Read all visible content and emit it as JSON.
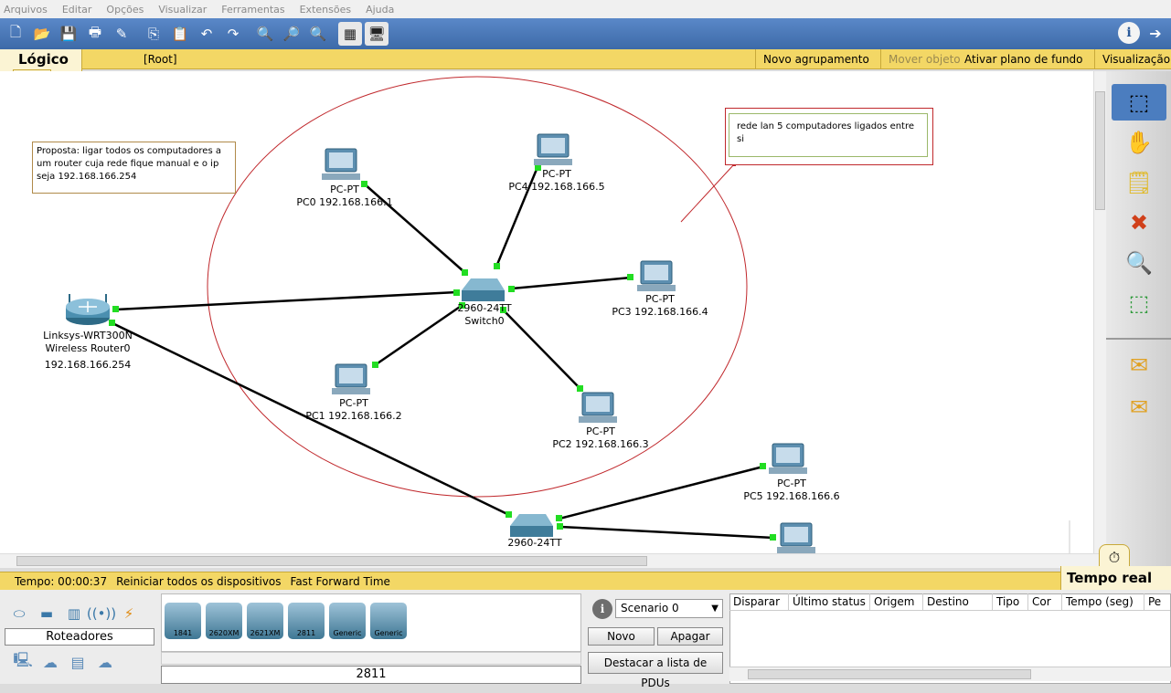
{
  "menu": [
    "Arquivos",
    "Editar",
    "Opções",
    "Visualizar",
    "Ferramentas",
    "Extensões",
    "Ajuda"
  ],
  "logical": {
    "tab": "Lógico",
    "root": "[Root]",
    "new_cluster": "Novo agrupamento",
    "move_object": "Mover objeto",
    "set_background": "Ativar plano de fundo",
    "viewport": "Visualização"
  },
  "notes": {
    "proposal": "Proposta: ligar todos os computadores a um router cuja rede fique manual e o ip seja 192.168.166.254",
    "lan": "rede lan 5 computadores ligados entre si"
  },
  "devices": {
    "router_line1": "Linksys-WRT300N",
    "router_line2": "Wireless Router0",
    "router_ip": "192.168.166.254",
    "switch0_model": "2960-24TT",
    "switch0_name": "Switch0",
    "switch1_model": "2960-24TT",
    "pc_type": "PC-PT",
    "pc0": "PC0 192.168.166.1",
    "pc1": "PC1 192.168.166.2",
    "pc2": "PC2 192.168.166.3",
    "pc3": "PC3 192.168.166.4",
    "pc4": "PC4 192.168.166.5",
    "pc5": "PC5 192.168.166.6"
  },
  "realtime": {
    "tab": "Tempo real",
    "time": "Tempo: 00:00:37",
    "reset": "Reiniciar todos os dispositivos",
    "fast_forward": "Fast Forward Time"
  },
  "palette": {
    "category": "Roteadores",
    "models": [
      "1841",
      "2620XM",
      "2621XM",
      "2811",
      "Generic",
      "Generic"
    ],
    "selected_model": "2811"
  },
  "scenario": {
    "selected": "Scenario 0",
    "new": "Novo",
    "delete": "Apagar",
    "toggle_pdu": "Destacar a lista de PDUs"
  },
  "pdu_columns": [
    "Disparar",
    "Último status",
    "Origem",
    "Destino",
    "Tipo",
    "Cor",
    "Tempo (seg)",
    "Pe"
  ],
  "colors": {
    "toolbar": "#3d6aa8",
    "yellow_bar": "#f3d765",
    "link_dot": "#22dd22",
    "ellipse": "#c0282c"
  }
}
